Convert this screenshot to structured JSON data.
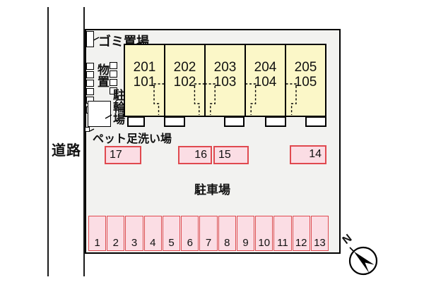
{
  "labels": {
    "road": "道路",
    "garbage": "ゴミ置場",
    "storage": "物置",
    "bicycle_parking": "駐輪場",
    "pet_wash": "ペット足洗い場",
    "parking_lot": "駐車場",
    "north": "N"
  },
  "building": {
    "units": [
      {
        "upper": "201",
        "lower": "101"
      },
      {
        "upper": "202",
        "lower": "102"
      },
      {
        "upper": "203",
        "lower": "103"
      },
      {
        "upper": "204",
        "lower": "104"
      },
      {
        "upper": "205",
        "lower": "105"
      }
    ]
  },
  "parking": {
    "upper_row": [
      {
        "number": "17"
      },
      {
        "number": "16"
      },
      {
        "number": "15"
      },
      {
        "number": "14"
      }
    ],
    "lower_row": [
      "1",
      "2",
      "3",
      "4",
      "5",
      "6",
      "7",
      "8",
      "9",
      "10",
      "11",
      "12",
      "13"
    ]
  },
  "colors": {
    "site_fill": "#f2f2f0",
    "building_fill": "#fbf7c8",
    "stall_fill": "#fbdde4",
    "stall_border": "#e0494f",
    "outline": "#000000"
  }
}
